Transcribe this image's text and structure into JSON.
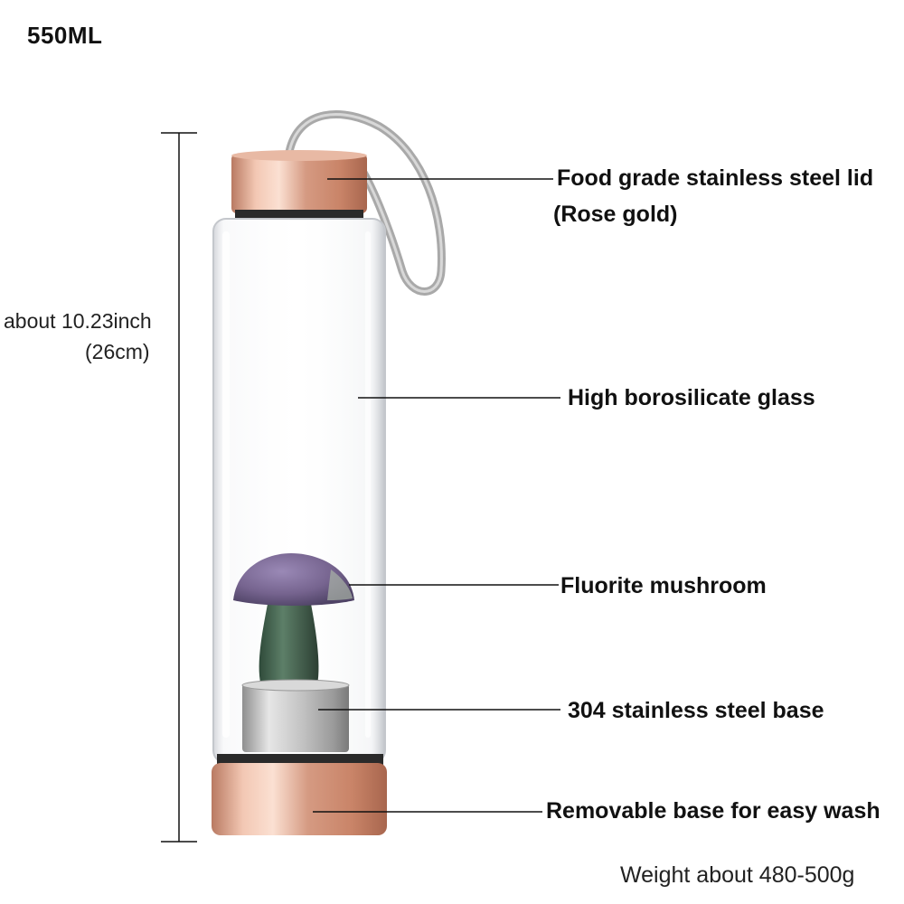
{
  "capacity": "550ML",
  "height_label": {
    "line1": "about 10.23inch",
    "line2": "(26cm)"
  },
  "callouts": {
    "lid": {
      "line1": "Food grade stainless steel lid",
      "line2": "(Rose gold)"
    },
    "glass": "High borosilicate glass",
    "mushroom": "Fluorite mushroom",
    "steel_base": "304 stainless steel base",
    "removable_base": "Removable base for easy wash"
  },
  "weight": "Weight about 480-500g",
  "colors": {
    "rose_gold": "#d9a18a",
    "fluorite_purple": "#7d6a9a",
    "fluorite_green": "#4f6a55",
    "steel": "#bdbdbd"
  }
}
